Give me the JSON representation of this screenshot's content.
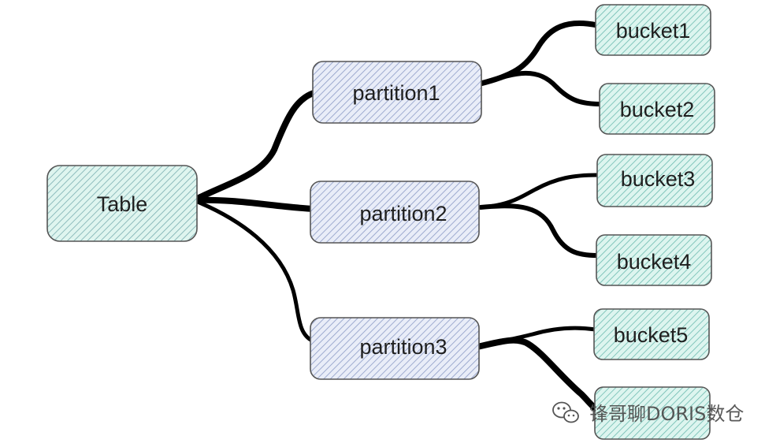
{
  "diagram": {
    "root": {
      "id": "table",
      "label": "Table"
    },
    "partitions": [
      {
        "id": "partition1",
        "label": "partition1"
      },
      {
        "id": "partition2",
        "label": "partition2"
      },
      {
        "id": "partition3",
        "label": "partition3"
      }
    ],
    "buckets": [
      {
        "id": "bucket1",
        "label": "bucket1",
        "parent": "partition1"
      },
      {
        "id": "bucket2",
        "label": "bucket2",
        "parent": "partition1"
      },
      {
        "id": "bucket3",
        "label": "bucket3",
        "parent": "partition2"
      },
      {
        "id": "bucket4",
        "label": "bucket4",
        "parent": "partition2"
      },
      {
        "id": "bucket5",
        "label": "bucket5",
        "parent": "partition3"
      },
      {
        "id": "bucket6",
        "label": "",
        "parent": "partition3"
      }
    ],
    "colors": {
      "table_fill": "#dff5ef",
      "table_hatch": "#79aeb0",
      "partition_fill": "#e9edf8",
      "partition_hatch": "#8c9bc6",
      "bucket_fill": "#ddf5ef",
      "bucket_hatch": "#6dbbb0",
      "edge": "#000000",
      "border": "#555555"
    }
  },
  "watermark": {
    "text": "锋哥聊DORIS数仓",
    "icon": "wechat-icon"
  }
}
